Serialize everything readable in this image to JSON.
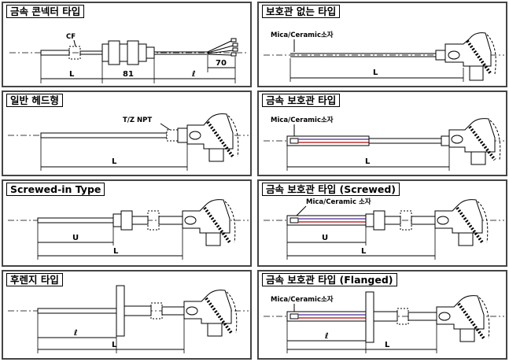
{
  "panels": [
    {
      "title": "금속 콘넥터 타입",
      "dims": [
        "L",
        "81",
        "ℓ",
        "70"
      ],
      "labels": [
        "CF"
      ]
    },
    {
      "title": "보호관 없는 타입",
      "dims": [
        "L"
      ],
      "labels": [
        "Mica/Ceramic소자"
      ]
    },
    {
      "title": "일반 헤드형",
      "dims": [
        "L"
      ],
      "labels": [
        "T/Z NPT"
      ]
    },
    {
      "title": "금속 보호관 타입",
      "dims": [
        "L"
      ],
      "labels": [
        "Mica/Ceramic소자"
      ]
    },
    {
      "title": "Screwed-in Type",
      "dims": [
        "U",
        "L"
      ],
      "labels": []
    },
    {
      "title": "금속 보호관 타입 (Screwed)",
      "dims": [
        "U",
        "L"
      ],
      "labels": [
        "Mica/Ceramic 소자"
      ]
    },
    {
      "title": "후렌지 타입",
      "dims": [
        "ℓ",
        "L"
      ],
      "labels": []
    },
    {
      "title": "금속 보호관 타입 (Flanged)",
      "dims": [
        "ℓ",
        "L"
      ],
      "labels": [
        "Mica/Ceramic소자"
      ]
    }
  ],
  "colors": {
    "sheath_purple": "#6a4fa8",
    "sheath_red": "#c03030",
    "outline": "#000000"
  }
}
